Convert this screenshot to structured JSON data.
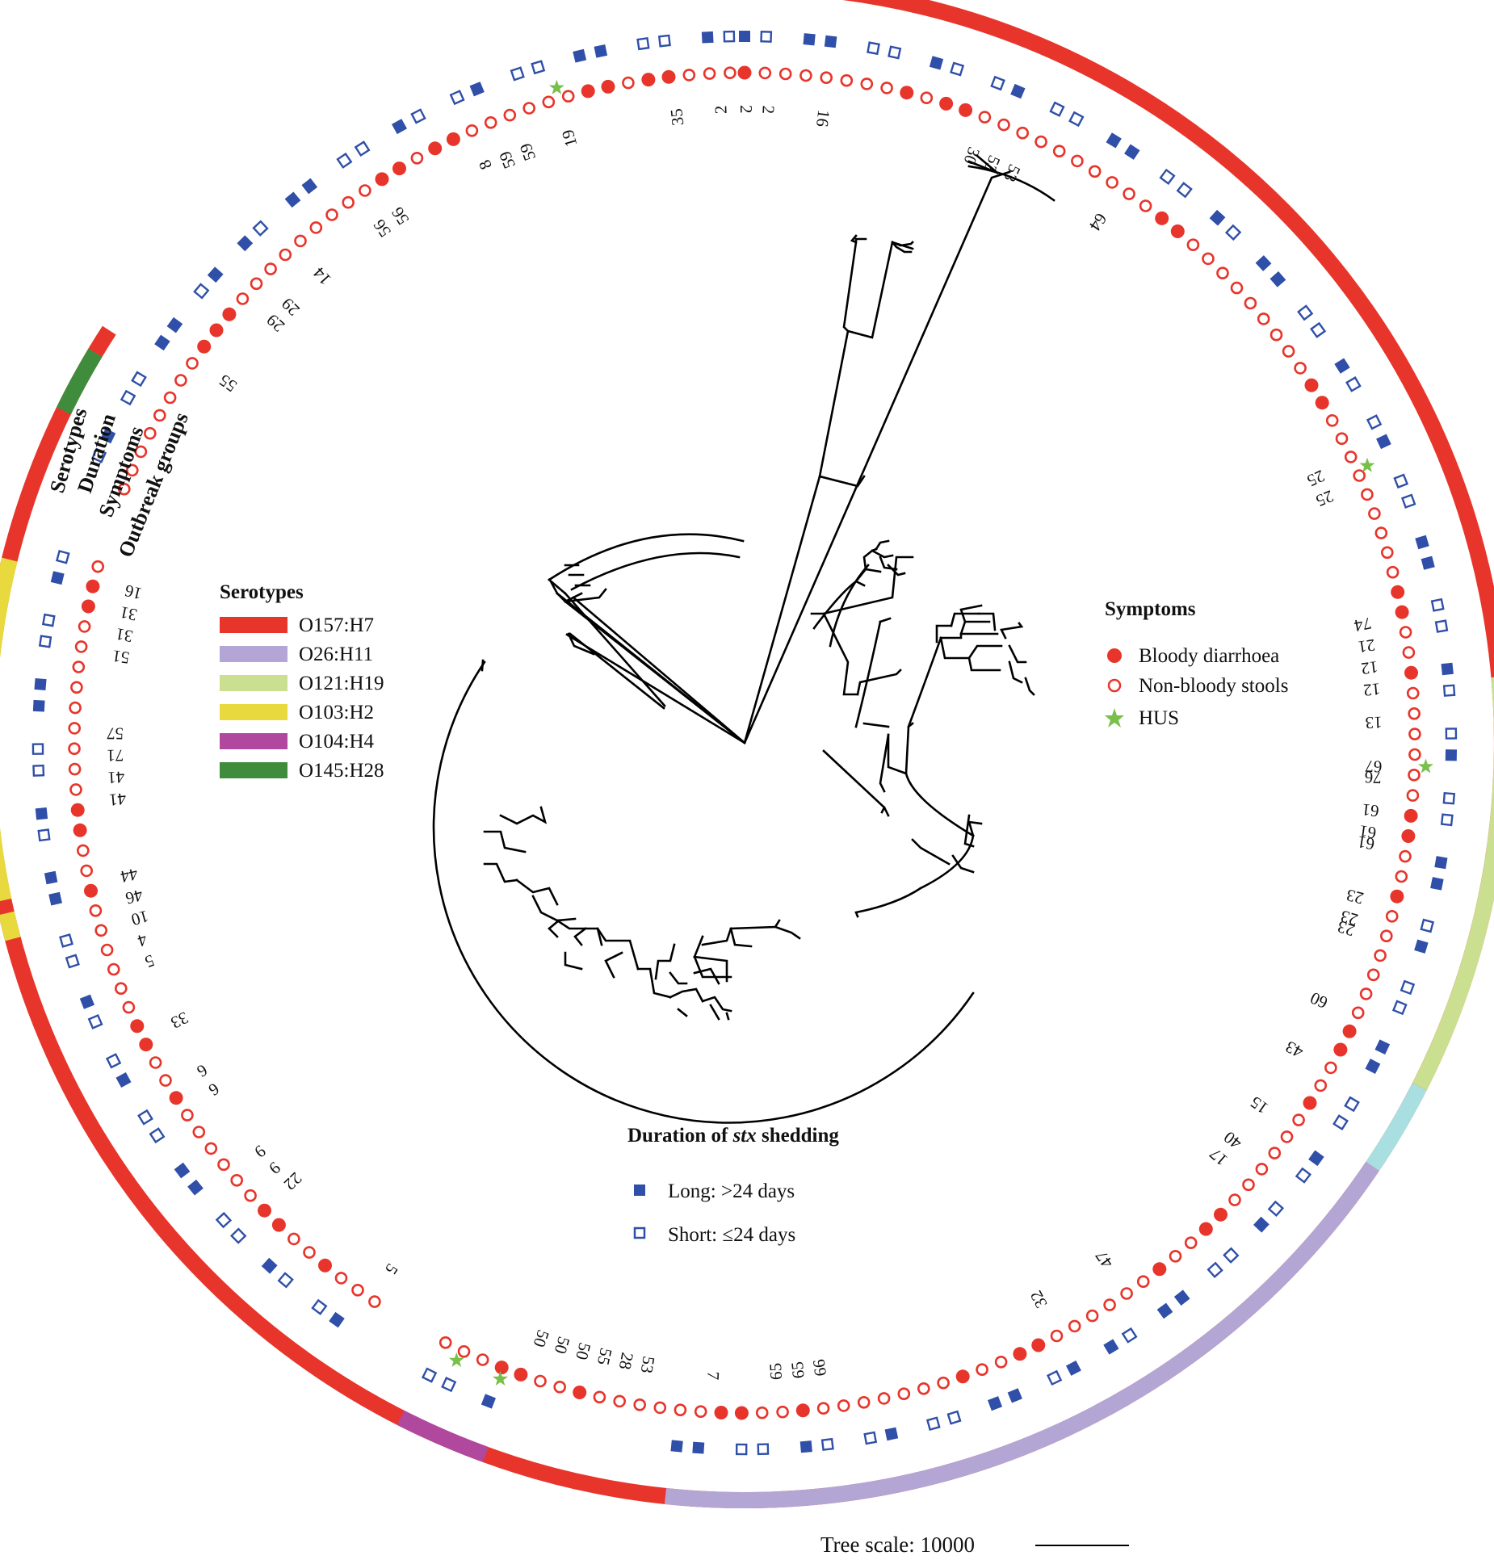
{
  "ring_titles": [
    "Serotypes",
    "Duration",
    "Symptoms",
    "Outbreak groups"
  ],
  "serotypes_legend": {
    "title": "Serotypes",
    "items": [
      {
        "label": "O157:H7",
        "color": "#e8352b"
      },
      {
        "label": "O26:H11",
        "color": "#b3a6d4"
      },
      {
        "label": "O121:H19",
        "color": "#cadf8f"
      },
      {
        "label": "O103:H2",
        "color": "#e7d93e"
      },
      {
        "label": "O104:H4",
        "color": "#b0489e"
      },
      {
        "label": "O145:H28",
        "color": "#3f8d3c"
      }
    ],
    "unlabeled_color": "#a9dfe0"
  },
  "symptoms_legend": {
    "title": "Symptoms",
    "items": [
      {
        "label": "Bloody diarrhoea",
        "marker": "filled-circle",
        "color": "#e8352b"
      },
      {
        "label": "Non-bloody stools",
        "marker": "open-circle",
        "color": "#e8352b"
      },
      {
        "label": "HUS",
        "marker": "star",
        "color": "#78c04a"
      }
    ]
  },
  "duration_legend": {
    "title_prefix": "Duration of ",
    "title_italic": "stx",
    "title_suffix": " shedding",
    "items": [
      {
        "label": "Long: >24 days",
        "marker": "filled-square",
        "color": "#2f4fa8"
      },
      {
        "label": "Short: ≤24 days",
        "marker": "open-square",
        "color": "#2f4fa8"
      }
    ]
  },
  "tree_scale": {
    "label": "Tree scale: 10000"
  },
  "serotype_ring": [
    {
      "serotype": "O157:H7",
      "from_deg": 2,
      "to_deg": 303
    },
    {
      "serotype": "O145:H28",
      "from_deg": 296,
      "to_deg": 301
    },
    {
      "serotype": "O103:H2",
      "from_deg": 258,
      "to_deg": 284
    },
    {
      "serotype": "O103:H2",
      "from_deg": 255,
      "to_deg": 257
    },
    {
      "serotype": "O104:H4",
      "from_deg": 200,
      "to_deg": 207
    },
    {
      "serotype": "O26:H11",
      "from_deg": 124,
      "to_deg": 186
    },
    {
      "serotype": "unlabeled",
      "from_deg": 117,
      "to_deg": 124
    },
    {
      "serotype": "O121:H19",
      "from_deg": 85,
      "to_deg": 117
    }
  ],
  "outbreak_labels": [
    {
      "text": "19",
      "deg": 344
    },
    {
      "text": "35",
      "deg": 354
    },
    {
      "text": "2",
      "deg": 358
    },
    {
      "text": "2",
      "deg": 0
    },
    {
      "text": "2",
      "deg": 2
    },
    {
      "text": "16",
      "deg": 7
    },
    {
      "text": "30",
      "deg": 21
    },
    {
      "text": "53",
      "deg": 23
    },
    {
      "text": "53",
      "deg": 25
    },
    {
      "text": "64",
      "deg": 34
    },
    {
      "text": "25",
      "deg": 65
    },
    {
      "text": "25",
      "deg": 67
    },
    {
      "text": "74",
      "deg": 79
    },
    {
      "text": "21",
      "deg": 81
    },
    {
      "text": "12",
      "deg": 83
    },
    {
      "text": "12",
      "deg": 85
    },
    {
      "text": "13",
      "deg": 88
    },
    {
      "text": "67",
      "deg": 92
    },
    {
      "text": "76",
      "deg": 93
    },
    {
      "text": "61",
      "deg": 96
    },
    {
      "text": "61",
      "deg": 98
    },
    {
      "text": "61",
      "deg": 99
    },
    {
      "text": "23",
      "deg": 104
    },
    {
      "text": "23",
      "deg": 106
    },
    {
      "text": "23",
      "deg": 107
    },
    {
      "text": "60",
      "deg": 114
    },
    {
      "text": "43",
      "deg": 119
    },
    {
      "text": "15",
      "deg": 125
    },
    {
      "text": "40",
      "deg": 129
    },
    {
      "text": "17",
      "deg": 131
    },
    {
      "text": "47",
      "deg": 145
    },
    {
      "text": "32",
      "deg": 152
    },
    {
      "text": "66",
      "deg": 173
    },
    {
      "text": "65",
      "deg": 175
    },
    {
      "text": "65",
      "deg": 177
    },
    {
      "text": "7",
      "deg": 183
    },
    {
      "text": "53",
      "deg": 189
    },
    {
      "text": "28",
      "deg": 191
    },
    {
      "text": "55",
      "deg": 193
    },
    {
      "text": "50",
      "deg": 195
    },
    {
      "text": "50",
      "deg": 197
    },
    {
      "text": "50",
      "deg": 199
    },
    {
      "text": "5",
      "deg": 214
    },
    {
      "text": "22",
      "deg": 226
    },
    {
      "text": "9",
      "deg": 228
    },
    {
      "text": "9",
      "deg": 230
    },
    {
      "text": "6",
      "deg": 237
    },
    {
      "text": "6",
      "deg": 239
    },
    {
      "text": "33",
      "deg": 244
    },
    {
      "text": "5",
      "deg": 250
    },
    {
      "text": "4",
      "deg": 252
    },
    {
      "text": "10",
      "deg": 254
    },
    {
      "text": "46",
      "deg": 256
    },
    {
      "text": "44",
      "deg": 258
    },
    {
      "text": "41",
      "deg": 265
    },
    {
      "text": "41",
      "deg": 267
    },
    {
      "text": "71",
      "deg": 269
    },
    {
      "text": "57",
      "deg": 271
    },
    {
      "text": "51",
      "deg": 278
    },
    {
      "text": "31",
      "deg": 280
    },
    {
      "text": "31",
      "deg": 282
    },
    {
      "text": "16",
      "deg": 284
    },
    {
      "text": "55",
      "deg": 305
    },
    {
      "text": "29",
      "deg": 312
    },
    {
      "text": "29",
      "deg": 314
    },
    {
      "text": "14",
      "deg": 318
    },
    {
      "text": "56",
      "deg": 325
    },
    {
      "text": "56",
      "deg": 327
    },
    {
      "text": "8",
      "deg": 336
    },
    {
      "text": "59",
      "deg": 338
    },
    {
      "text": "59",
      "deg": 340
    }
  ]
}
